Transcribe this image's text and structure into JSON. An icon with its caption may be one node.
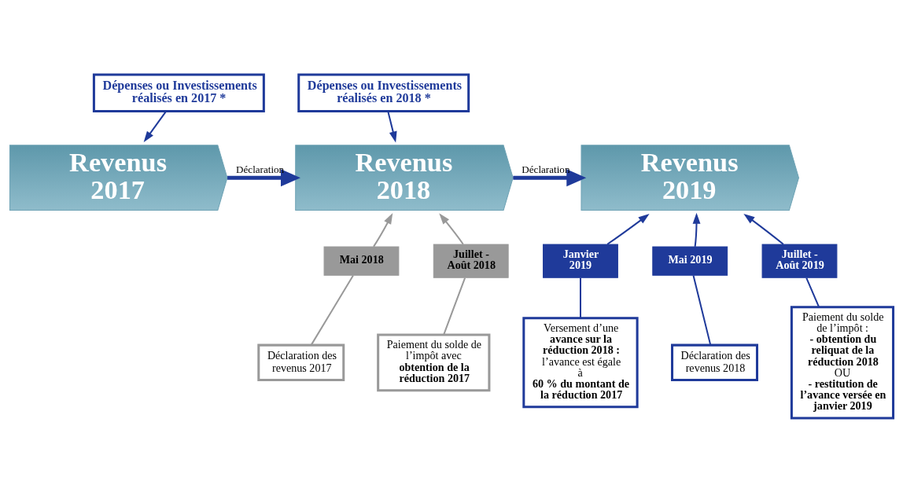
{
  "diagram": {
    "nodes": [
      {
        "text": [
          "Dépenses ou Investissements réalisés en 2017 *"
        ]
      },
      {
        "text": [
          "Dépenses ou Investissements réalisés en 2018 *"
        ]
      },
      {
        "text": [
          "Revenus 2017"
        ]
      },
      {
        "text": [
          "Revenus 2018"
        ]
      },
      {
        "text": [
          "Revenus 2019"
        ]
      },
      {
        "text": [
          "Mai 2018"
        ]
      },
      {
        "text": [
          "Juillet - Août 2018"
        ]
      },
      {
        "text": [
          "Janvier 2019"
        ]
      },
      {
        "text": [
          "Mai 2019"
        ]
      },
      {
        "text": [
          "Juillet - Août 2019"
        ]
      },
      {
        "text": [
          "Déclaration des revenus 2017"
        ]
      },
      {
        "text": [
          "Paiement du solde de l’impôt avec **obtention de la réduction 2017**"
        ]
      },
      {
        "text": [
          "Versement d’une **avance sur la réduction 2018 :** l’avance est égale à **60 % du montant de la réduction 2017**"
        ]
      },
      {
        "text": [
          "Déclaration des revenus 2018"
        ]
      },
      {
        "text": [
          "Paiement du solde de l’impôt : **- obtention du reliquat de la réduction 2018** OU **- restitution de l’avance versée en janvier 2019**"
        ]
      }
    ],
    "edges": [
      {
        "from": 0,
        "to": 2,
        "arrow": "to"
      },
      {
        "from": 1,
        "to": 3,
        "arrow": "to"
      },
      {
        "from": 2,
        "to": 3,
        "arrow": "to",
        "label": "Déclaration",
        "style": "thick"
      },
      {
        "from": 3,
        "to": 4,
        "arrow": "to",
        "label": "Déclaration",
        "style": "thick"
      },
      {
        "from": 5,
        "to": 3,
        "arrow": "to",
        "color": "#999999"
      },
      {
        "from": 6,
        "to": 3,
        "arrow": "to",
        "color": "#999999"
      },
      {
        "from": 7,
        "to": 4,
        "arrow": "to"
      },
      {
        "from": 8,
        "to": 4,
        "arrow": "to"
      },
      {
        "from": 9,
        "to": 4,
        "arrow": "to"
      },
      {
        "from": 5,
        "to": 10,
        "arrow": "none",
        "color": "#999999"
      },
      {
        "from": 6,
        "to": 11,
        "arrow": "none",
        "color": "#999999"
      },
      {
        "from": 7,
        "to": 12,
        "arrow": "none"
      },
      {
        "from": 8,
        "to": 13,
        "arrow": "none"
      },
      {
        "from": 9,
        "to": 14,
        "arrow": "none"
      }
    ]
  }
}
